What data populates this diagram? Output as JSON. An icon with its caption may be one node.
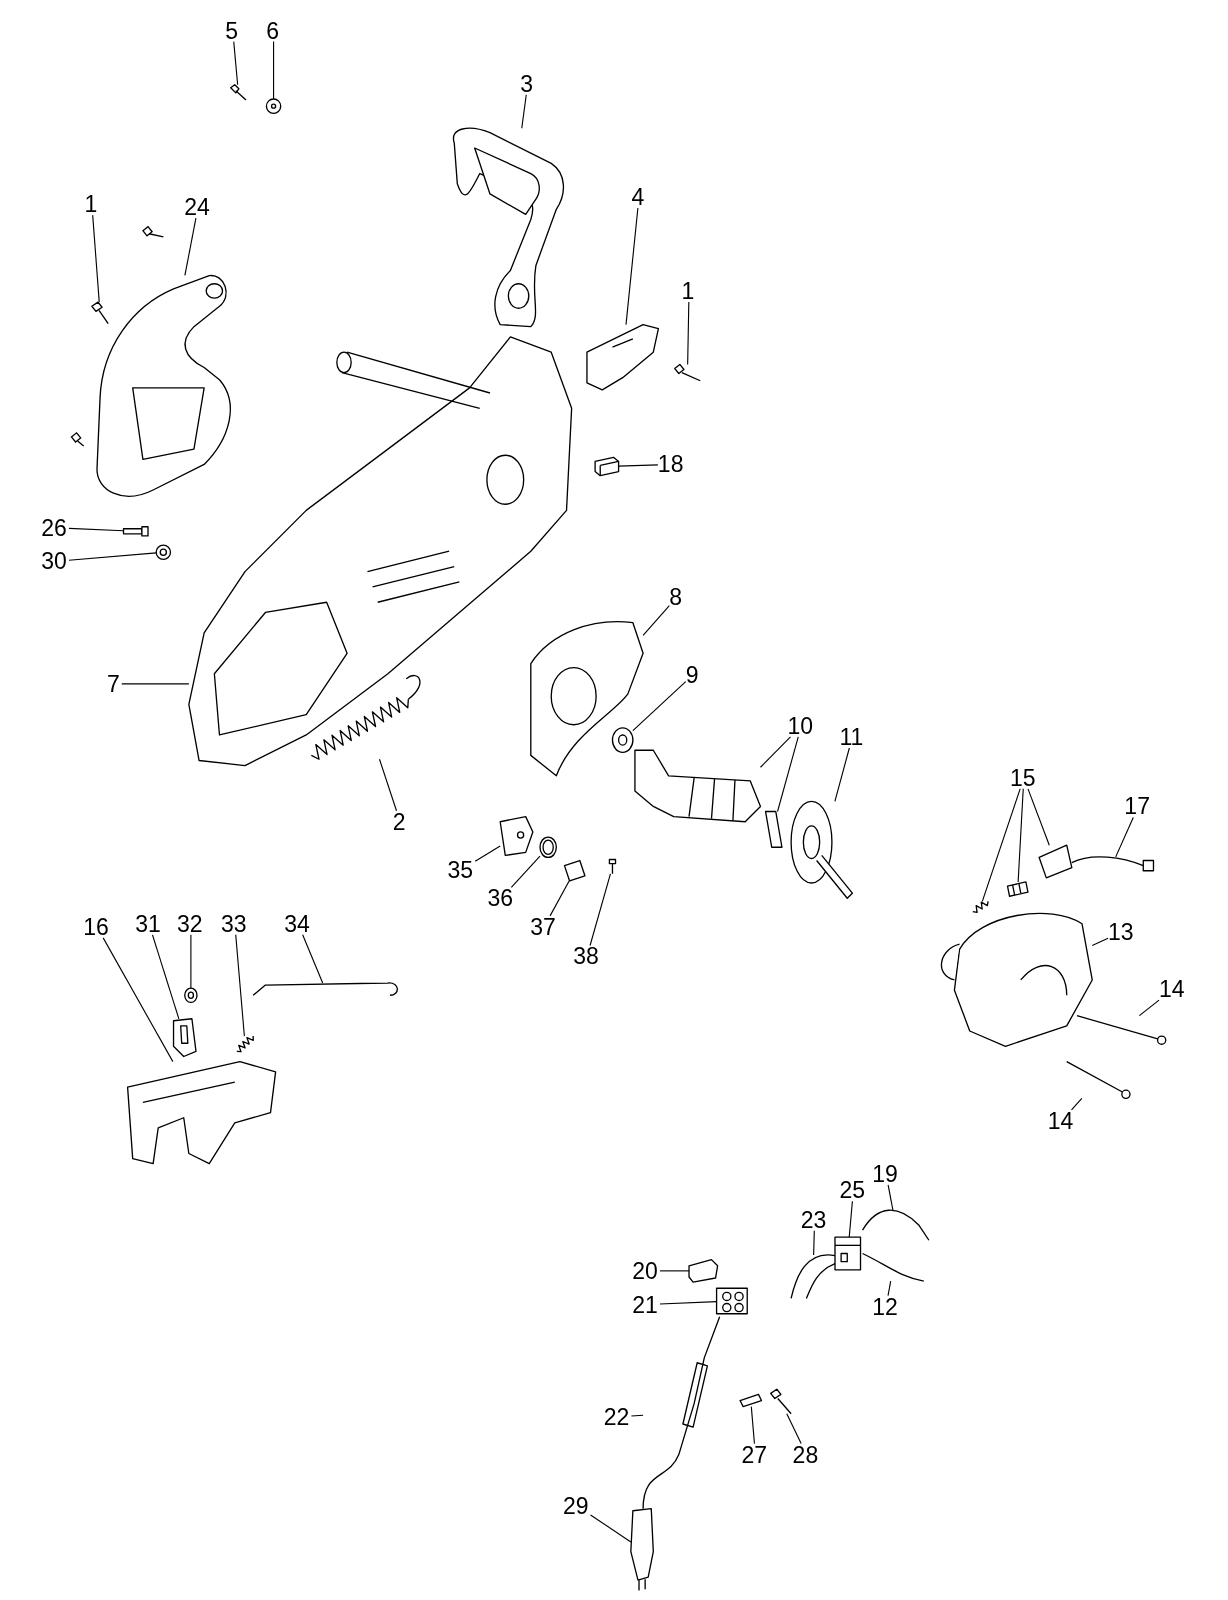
{
  "diagram": {
    "nodes": [
      {
        "text": [
          "5"
        ]
      },
      {
        "text": [
          "6"
        ]
      },
      {
        "text": [
          "3"
        ]
      },
      {
        "text": [
          "1"
        ]
      },
      {
        "text": [
          "24"
        ]
      },
      {
        "text": [
          "4"
        ]
      },
      {
        "text": [
          "1"
        ]
      },
      {
        "text": [
          "18"
        ]
      },
      {
        "text": [
          "26"
        ]
      },
      {
        "text": [
          "30"
        ]
      },
      {
        "text": [
          "8"
        ]
      },
      {
        "text": [
          "9"
        ]
      },
      {
        "text": [
          "7"
        ]
      },
      {
        "text": [
          "10"
        ]
      },
      {
        "text": [
          "11"
        ]
      },
      {
        "text": [
          "2"
        ]
      },
      {
        "text": [
          "15"
        ]
      },
      {
        "text": [
          "17"
        ]
      },
      {
        "text": [
          "35"
        ]
      },
      {
        "text": [
          "36"
        ]
      },
      {
        "text": [
          "37"
        ]
      },
      {
        "text": [
          "38"
        ]
      },
      {
        "text": [
          "16"
        ]
      },
      {
        "text": [
          "31"
        ]
      },
      {
        "text": [
          "32"
        ]
      },
      {
        "text": [
          "33"
        ]
      },
      {
        "text": [
          "34"
        ]
      },
      {
        "text": [
          "13"
        ]
      },
      {
        "text": [
          "14"
        ]
      },
      {
        "text": [
          "14"
        ]
      },
      {
        "text": [
          "19"
        ]
      },
      {
        "text": [
          "25"
        ]
      },
      {
        "text": [
          "23"
        ]
      },
      {
        "text": [
          "20"
        ]
      },
      {
        "text": [
          "21"
        ]
      },
      {
        "text": [
          "12"
        ]
      },
      {
        "text": [
          "22"
        ]
      },
      {
        "text": [
          "27"
        ]
      },
      {
        "text": [
          "28"
        ]
      },
      {
        "text": [
          "29"
        ]
      },
      {
        "text": [],
        "shape": "picture"
      },
      {
        "text": [],
        "shape": "picture"
      },
      {
        "text": [],
        "shape": "picture"
      },
      {
        "text": [],
        "shape": "picture"
      },
      {
        "text": [],
        "shape": "picture"
      },
      {
        "text": [],
        "shape": "picture"
      },
      {
        "text": [],
        "shape": "picture"
      },
      {
        "text": [],
        "shape": "picture"
      },
      {
        "text": [],
        "shape": "picture"
      },
      {
        "text": [],
        "shape": "picture"
      },
      {
        "text": [],
        "shape": "picture"
      },
      {
        "text": [],
        "shape": "picture"
      },
      {
        "text": [],
        "shape": "picture"
      },
      {
        "text": [],
        "shape": "picture"
      },
      {
        "text": [],
        "shape": "picture"
      },
      {
        "text": [],
        "shape": "picture"
      },
      {
        "text": [],
        "shape": "picture"
      },
      {
        "text": [],
        "shape": "picture"
      },
      {
        "text": [],
        "shape": "picture"
      },
      {
        "text": [],
        "shape": "picture"
      },
      {
        "text": [],
        "shape": "picture"
      },
      {
        "text": [],
        "shape": "picture"
      },
      {
        "text": [],
        "shape": "picture"
      },
      {
        "text": [],
        "shape": "picture"
      },
      {
        "text": [],
        "shape": "picture"
      },
      {
        "text": [],
        "shape": "picture"
      },
      {
        "text": [],
        "shape": "picture"
      },
      {
        "text": [],
        "shape": "picture"
      },
      {
        "text": [],
        "shape": "picture"
      },
      {
        "text": [],
        "shape": "picture"
      },
      {
        "text": [],
        "shape": "picture"
      },
      {
        "text": [],
        "shape": "picture"
      },
      {
        "text": [],
        "shape": "picture"
      },
      {
        "text": [],
        "shape": "picture"
      },
      {
        "text": [],
        "shape": "picture"
      },
      {
        "text": [],
        "shape": "picture"
      },
      {
        "text": [],
        "shape": "picture"
      },
      {
        "text": [],
        "shape": "picture"
      },
      {
        "text": [],
        "shape": "picture"
      },
      {
        "text": [],
        "shape": "picture"
      },
      {
        "text": [],
        "shape": "picture"
      },
      {
        "text": [],
        "shape": "picture"
      },
      {
        "text": [],
        "shape": "picture"
      }
    ],
    "edges": [
      {
        "from": 0,
        "to": 40,
        "arrow": "none"
      },
      {
        "from": 1,
        "to": 41,
        "arrow": "none"
      },
      {
        "from": 2,
        "to": 42,
        "arrow": "none"
      },
      {
        "from": 3,
        "to": 43,
        "arrow": "none"
      },
      {
        "from": 4,
        "to": 44,
        "arrow": "none"
      },
      {
        "from": 5,
        "to": 45,
        "arrow": "none"
      },
      {
        "from": 6,
        "to": 46,
        "arrow": "none"
      },
      {
        "from": 7,
        "to": 47,
        "arrow": "none"
      },
      {
        "from": 8,
        "to": 48,
        "arrow": "none"
      },
      {
        "from": 9,
        "to": 49,
        "arrow": "none"
      },
      {
        "from": 10,
        "to": 50,
        "arrow": "none"
      },
      {
        "from": 11,
        "to": 51,
        "arrow": "none"
      },
      {
        "from": 12,
        "to": 52,
        "arrow": "none"
      },
      {
        "from": 13,
        "to": 53,
        "arrow": "none"
      },
      {
        "from": 13,
        "to": 54,
        "arrow": "none"
      },
      {
        "from": 14,
        "to": 55,
        "arrow": "none"
      },
      {
        "from": 15,
        "to": 56,
        "arrow": "none"
      },
      {
        "from": 16,
        "to": 57,
        "arrow": "none"
      },
      {
        "from": 16,
        "to": 58,
        "arrow": "none"
      },
      {
        "from": 16,
        "to": 59,
        "arrow": "none"
      },
      {
        "from": 17,
        "to": 60,
        "arrow": "none"
      },
      {
        "from": 18,
        "to": 61,
        "arrow": "none"
      },
      {
        "from": 19,
        "to": 62,
        "arrow": "none"
      },
      {
        "from": 20,
        "to": 63,
        "arrow": "none"
      },
      {
        "from": 21,
        "to": 64,
        "arrow": "none"
      },
      {
        "from": 22,
        "to": 65,
        "arrow": "none"
      },
      {
        "from": 23,
        "to": 66,
        "arrow": "none"
      },
      {
        "from": 24,
        "to": 67,
        "arrow": "none"
      },
      {
        "from": 25,
        "to": 68,
        "arrow": "none"
      },
      {
        "from": 26,
        "to": 69,
        "arrow": "none"
      },
      {
        "from": 27,
        "to": 70,
        "arrow": "none"
      },
      {
        "from": 28,
        "to": 71,
        "arrow": "none"
      },
      {
        "from": 29,
        "to": 72,
        "arrow": "none"
      },
      {
        "from": 30,
        "to": 73,
        "arrow": "none"
      },
      {
        "from": 31,
        "to": 74,
        "arrow": "none"
      },
      {
        "from": 32,
        "to": 75,
        "arrow": "none"
      },
      {
        "from": 33,
        "to": 76,
        "arrow": "none"
      },
      {
        "from": 34,
        "to": 77,
        "arrow": "none"
      },
      {
        "from": 35,
        "to": 78,
        "arrow": "none"
      },
      {
        "from": 36,
        "to": 79,
        "arrow": "none"
      },
      {
        "from": 37,
        "to": 80,
        "arrow": "none"
      },
      {
        "from": 38,
        "to": 81,
        "arrow": "none"
      },
      {
        "from": 39,
        "to": 82,
        "arrow": "none"
      }
    ]
  }
}
